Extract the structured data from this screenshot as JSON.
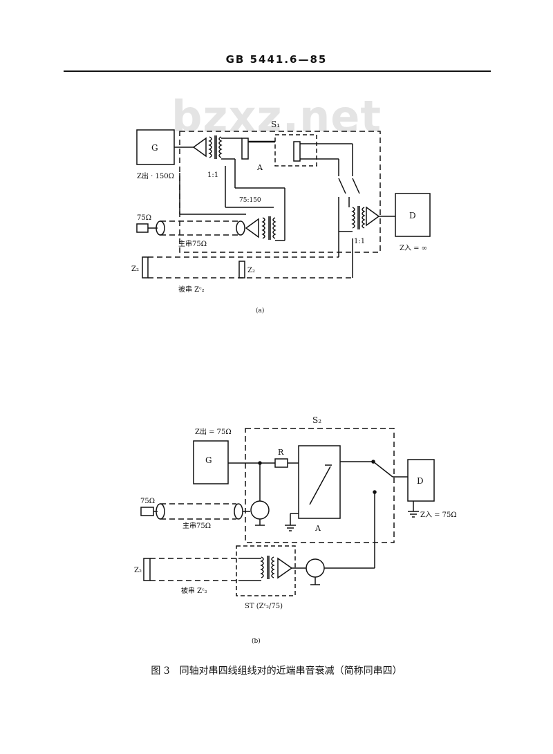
{
  "header": {
    "standard_no": "GB 5441.6—85"
  },
  "watermark": "bzxz.net",
  "figure_a": {
    "s_label": "S₁",
    "g": "G",
    "z_out": "Z出 · 150Ω",
    "a": "A",
    "ratio_top": "1:1",
    "ratio_mid": "75:150",
    "ratio_right": "1:1",
    "r75": "75Ω",
    "main_pair": "主串75Ω",
    "d": "D",
    "z_in": "Z入 = ∞",
    "z2_left": "Z₂",
    "z2_right": "Z₂",
    "disturbed": "被串 Zᶜ₂",
    "sub": "(a)"
  },
  "figure_b": {
    "z_out": "Z出 = 75Ω",
    "s_label": "S₂",
    "g": "G",
    "r": "R",
    "a": "A",
    "d": "D",
    "z_in": "Z入 = 75Ω",
    "r75": "75Ω",
    "main_pair": "主串75Ω",
    "z2": "Z₂",
    "disturbed": "被串 Zᶜ₂",
    "st": "ST (Zᶜ₂/75)",
    "sub": "(b)"
  },
  "caption": "图 3　同轴对串四线组线对的近端串音衰减（简称同串四）"
}
